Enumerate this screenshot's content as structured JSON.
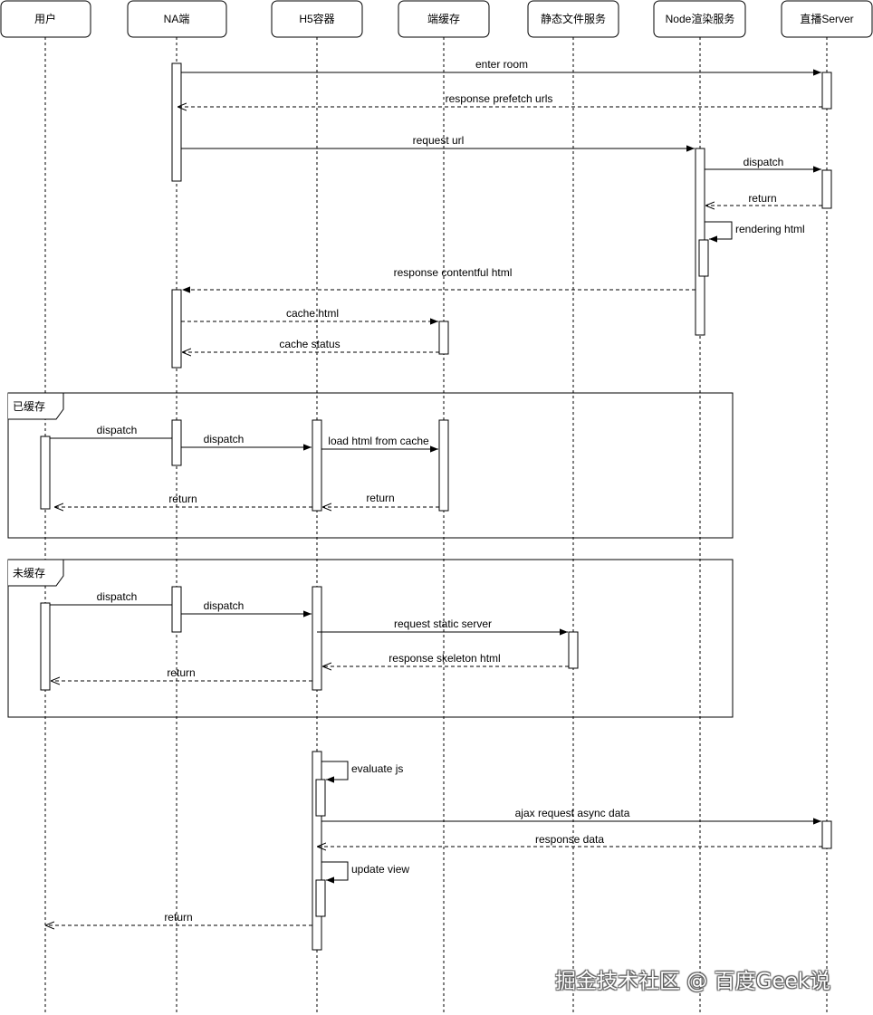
{
  "participants": [
    "用户",
    "NA端",
    "H5容器",
    "端缓存",
    "静态文件服务",
    "Node渲染服务",
    "直播Server"
  ],
  "messages": [
    "enter room",
    "response prefetch urls",
    "request url",
    "dispatch",
    "return",
    "rendering html",
    "response contentful html",
    "cache html",
    "cache status",
    "dispatch",
    "dispatch",
    "load html from cache",
    "return",
    "return",
    "dispatch",
    "dispatch",
    "request static server",
    "response skeleton html",
    "return",
    "evaluate js",
    "ajax request async data",
    "response data",
    "update view",
    "return"
  ],
  "fragments": [
    "已缓存",
    "未缓存"
  ],
  "watermark": "掘金技术社区 @ 百度Geek说"
}
